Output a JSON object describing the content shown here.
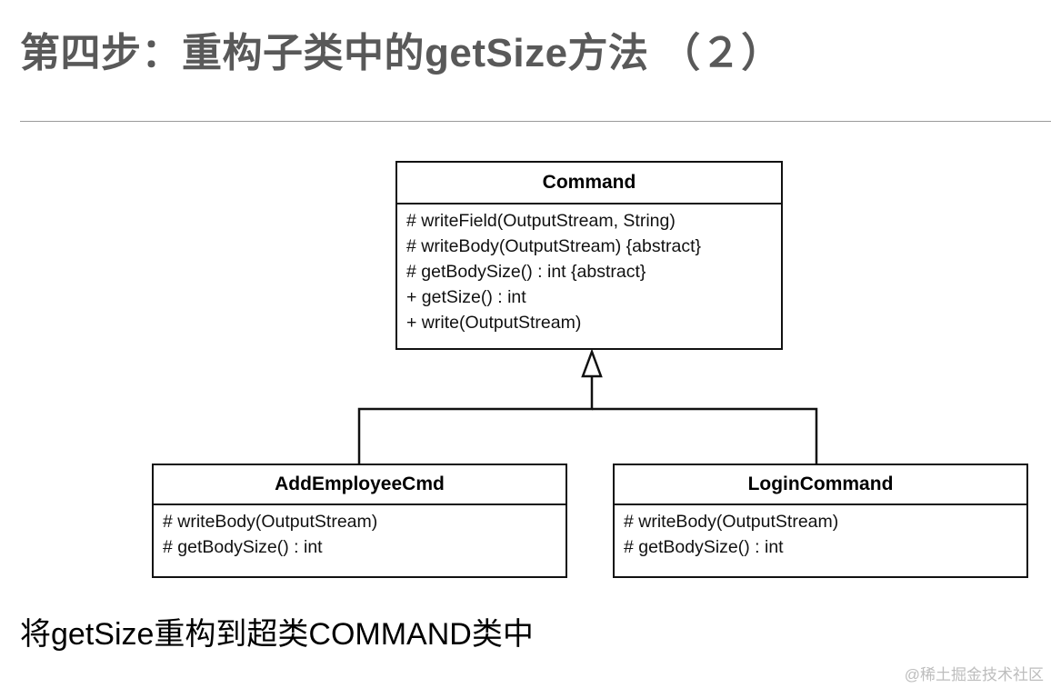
{
  "slide": {
    "title": "第四步：重构子类中的getSize方法 （２）",
    "caption": "将getSize重构到超类COMMAND类中",
    "watermark": "@稀土掘金技术社区"
  },
  "diagram": {
    "superclass": {
      "name": "Command",
      "operations": [
        "# writeField(OutputStream, String)",
        "# writeBody(OutputStream) {abstract}",
        "# getBodySize() : int {abstract}",
        "+ getSize() : int",
        "+ write(OutputStream)"
      ]
    },
    "subclasses": [
      {
        "name": "AddEmployeeCmd",
        "operations": [
          "# writeBody(OutputStream)",
          "# getBodySize() : int"
        ]
      },
      {
        "name": "LoginCommand",
        "operations": [
          "# writeBody(OutputStream)",
          "# getBodySize() : int"
        ]
      }
    ]
  }
}
